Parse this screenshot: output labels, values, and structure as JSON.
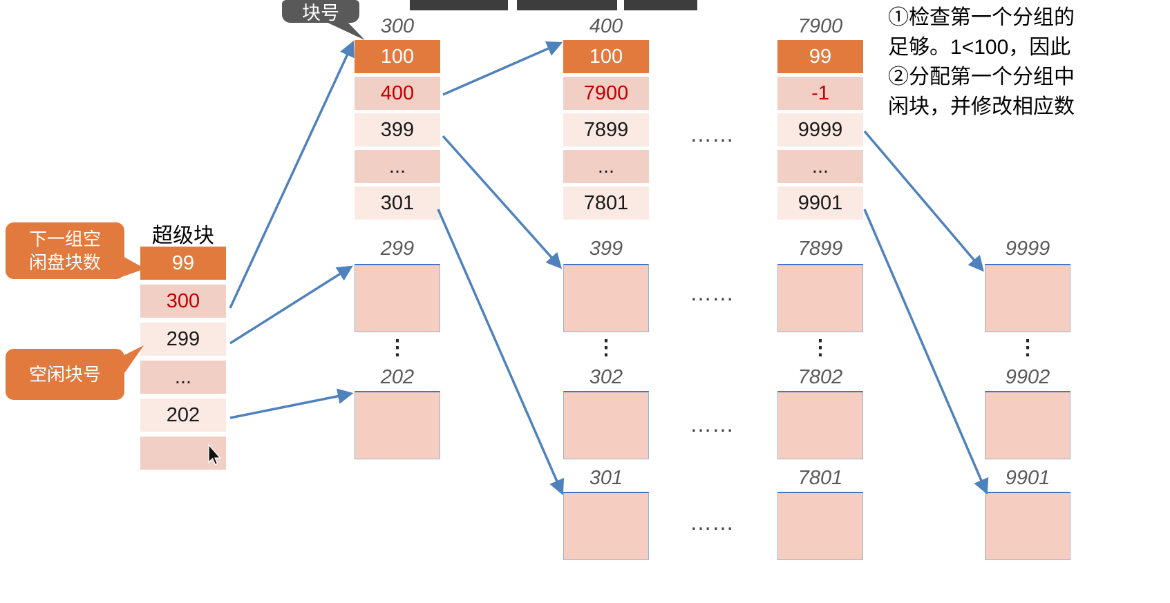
{
  "colors": {
    "accent_orange": "#E2793D",
    "cell_pink": "#F2CFC5",
    "cell_light": "#FBEAE4",
    "red_text": "#C00000",
    "arrow_blue": "#4F81BD",
    "callout_dark": "#595959",
    "block_fill": "#F5CEC1"
  },
  "callouts": {
    "block_number": {
      "label": "块号"
    },
    "next_group": {
      "line1": "下一组空",
      "line2": "闲盘块数"
    },
    "free_block": {
      "label": "空闲块号"
    }
  },
  "superblock": {
    "title": "超级块",
    "cells": [
      {
        "value": "99"
      },
      {
        "value": "300"
      },
      {
        "value": "299"
      },
      {
        "value": "..."
      },
      {
        "value": "202"
      },
      {
        "value": ""
      }
    ]
  },
  "stacks": [
    {
      "label": "300",
      "cells": [
        {
          "value": "100"
        },
        {
          "value": "400"
        },
        {
          "value": "399"
        },
        {
          "value": "..."
        },
        {
          "value": "301"
        }
      ]
    },
    {
      "label": "400",
      "cells": [
        {
          "value": "100"
        },
        {
          "value": "7900"
        },
        {
          "value": "7899"
        },
        {
          "value": "..."
        },
        {
          "value": "7801"
        }
      ]
    },
    {
      "label": "7900",
      "cells": [
        {
          "value": "99"
        },
        {
          "value": "-1"
        },
        {
          "value": "9999"
        },
        {
          "value": "..."
        },
        {
          "value": "9901"
        }
      ]
    }
  ],
  "blocks": [
    {
      "label": "299"
    },
    {
      "label": "202"
    },
    {
      "label": "399"
    },
    {
      "label": "302"
    },
    {
      "label": "301"
    },
    {
      "label": "7899"
    },
    {
      "label": "7802"
    },
    {
      "label": "7801"
    },
    {
      "label": "9999"
    },
    {
      "label": "9902"
    },
    {
      "label": "9901"
    }
  ],
  "ellipsis": {
    "horizontal": "……",
    "vertical": "⋮"
  },
  "annotation": {
    "lines": [
      "①检查第一个分组的",
      "足够。1<100，因此",
      "②分配第一个分组中",
      "闲块，并修改相应数"
    ]
  }
}
